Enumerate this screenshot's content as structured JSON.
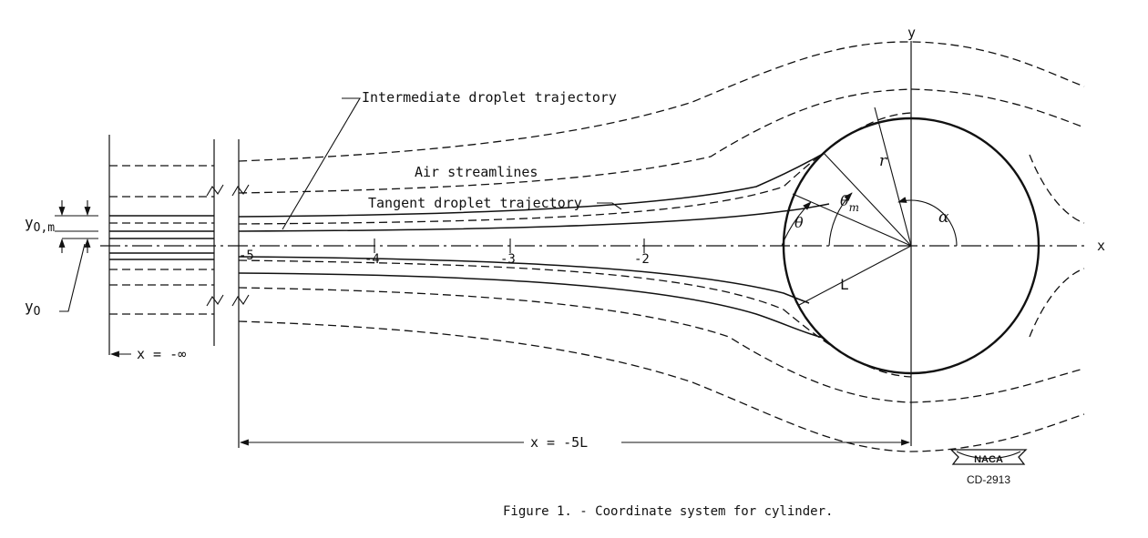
{
  "figure": {
    "caption": "Figure 1. - Coordinate system for cylinder.",
    "labels": {
      "intermediate": "Intermediate droplet trajectory",
      "air": "Air streamlines",
      "tangent": "Tangent droplet trajectory",
      "y_axis": "y",
      "x_axis": "x",
      "r": "r",
      "theta": "θ",
      "theta_m": "θ",
      "theta_m_sub": "m",
      "alpha": "α",
      "L": "L",
      "y0m_main": "y",
      "y0m_sub": "O,m",
      "y0_main": "y",
      "y0_sub": "O",
      "x_neg_inf": "x = -∞",
      "x_neg_5L": "x = -5L",
      "tick_m5": "-5",
      "tick_m4": "-4",
      "tick_m3": "-3",
      "tick_m2": "-2"
    },
    "badge": {
      "logo": "NACA",
      "code": "CD-2913"
    }
  }
}
